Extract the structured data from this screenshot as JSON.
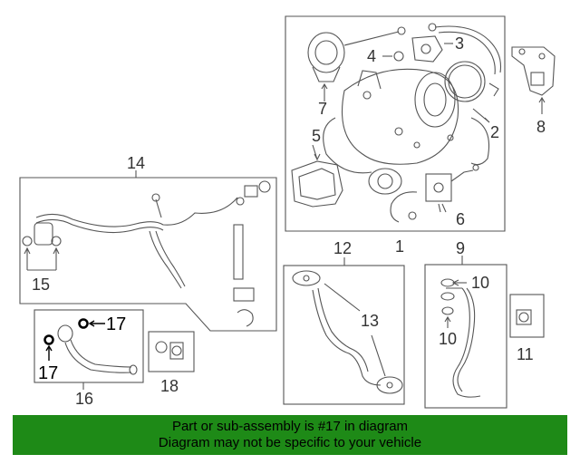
{
  "callouts": {
    "c1": "1",
    "c2": "2",
    "c3": "3",
    "c4": "4",
    "c5": "5",
    "c6": "6",
    "c7": "7",
    "c8": "8",
    "c9": "9",
    "c10a": "10",
    "c10b": "10",
    "c11": "11",
    "c12": "12",
    "c13": "13",
    "c14": "14",
    "c15": "15",
    "c16": "16",
    "c17a": "17",
    "c17b": "17",
    "c18": "18"
  },
  "footer": {
    "line1": "Part or sub-assembly is #17 in diagram",
    "line2": "Diagram may not be specific to your vehicle"
  },
  "colors": {
    "footer_bg": "#1e8a17",
    "line": "#555555",
    "highlight": "#000000"
  }
}
